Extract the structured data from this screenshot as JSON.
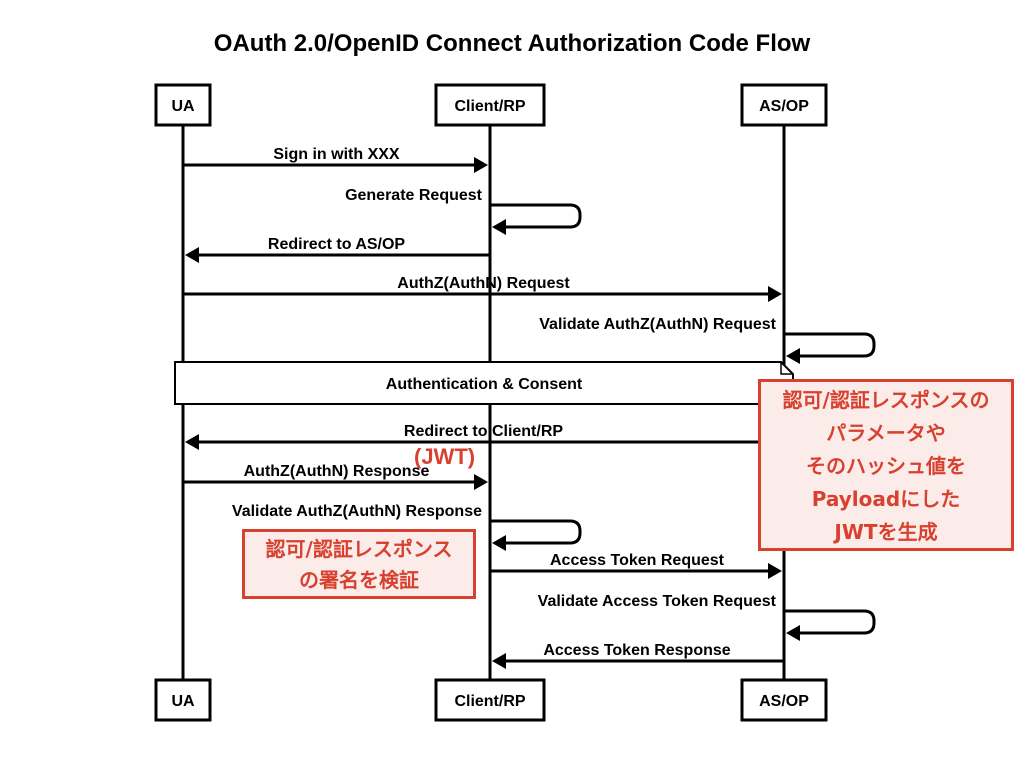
{
  "title": "OAuth 2.0/OpenID Connect Authorization Code Flow",
  "participants": [
    "UA",
    "Client/RP",
    "AS/OP"
  ],
  "messages": [
    {
      "from": 0,
      "to": 1,
      "label": "Sign in with XXX"
    },
    {
      "from": 1,
      "to": 1,
      "label": "Generate Request"
    },
    {
      "from": 1,
      "to": 0,
      "label": "Redirect to AS/OP"
    },
    {
      "from": 0,
      "to": 2,
      "label": "AuthZ(AuthN) Request"
    },
    {
      "from": 2,
      "to": 2,
      "label": "Validate AuthZ(AuthN) Request"
    },
    {
      "from": 2,
      "to": 0,
      "label": "Redirect to Client/RP"
    },
    {
      "from": 0,
      "to": 1,
      "label": "AuthZ(AuthN) Response"
    },
    {
      "from": 1,
      "to": 1,
      "label": "Validate AuthZ(AuthN) Response"
    },
    {
      "from": 1,
      "to": 2,
      "label": "Access Token Request"
    },
    {
      "from": 2,
      "to": 2,
      "label": "Validate Access Token Request"
    },
    {
      "from": 2,
      "to": 1,
      "label": "Access Token Response"
    }
  ],
  "note": {
    "label": "Authentication & Consent"
  },
  "annotations": {
    "jwt": "(JWT)",
    "callout_right": [
      "認可/認証レスポンスの",
      "パラメータや",
      "そのハッシュ値を",
      "Payloadにした",
      "JWTを生成"
    ],
    "callout_left": [
      "認可/認証レスポンス",
      "の署名を検証"
    ]
  },
  "colors": {
    "annotation": "#d8402f",
    "annotation_bg": "#fbecea",
    "line": "#000000"
  }
}
